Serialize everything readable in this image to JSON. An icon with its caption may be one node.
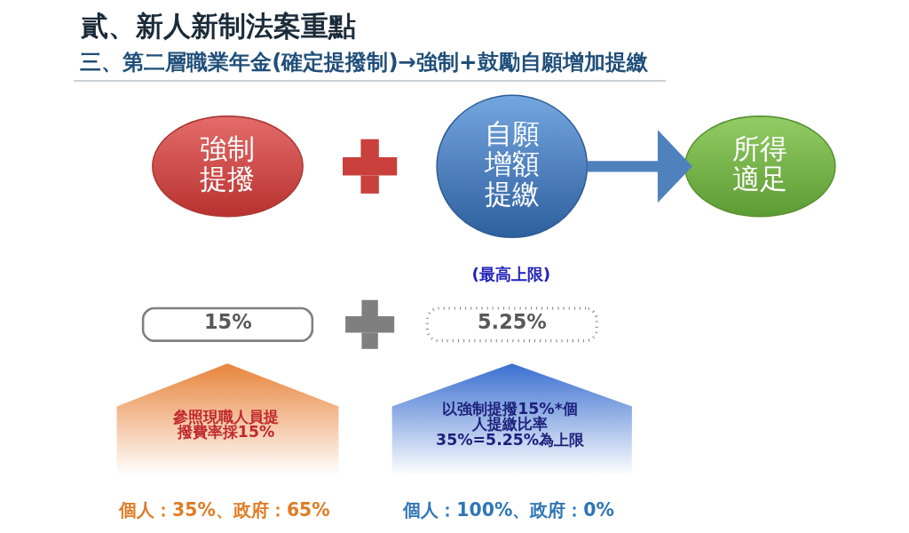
{
  "diagram": {
    "title": "貳、新人新制法案重點",
    "nodes": [
      {
        "text": [
          "強制提撥"
        ]
      },
      {
        "text": [],
        "shape": "plus"
      },
      {
        "text": [
          "自願增額提繳"
        ]
      },
      {
        "text": [
          "所得適足"
        ]
      },
      {
        "text": [
          "15%"
        ]
      },
      {
        "text": [],
        "shape": "plus"
      },
      {
        "text": [
          "5.25%"
        ],
        "beside": [
          "(最高上限)"
        ]
      },
      {
        "text": [
          "參照現職人員提撥費率採15%"
        ],
        "beside": [
          "個人：35%、政府：65%"
        ]
      },
      {
        "text": [
          "以強制提撥15%*個人提繳比率35%=5.25%為上限"
        ],
        "beside": [
          "個人：100%、政府：0%"
        ]
      }
    ],
    "edges": [
      {
        "from": 2,
        "to": 3,
        "arrow": "to",
        "color": "#4f81bd"
      }
    ],
    "labels": [
      "三、第二層職業年金(確定提撥制)→強制+鼓勵自願增加提繳"
    ]
  }
}
